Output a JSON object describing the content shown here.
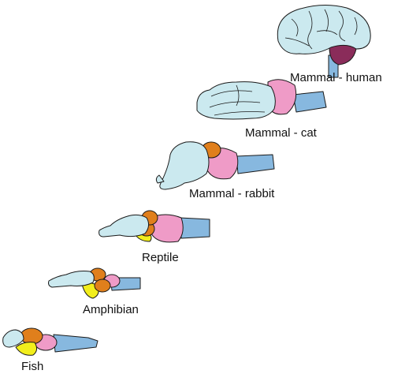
{
  "colors": {
    "cerebrum": "#cbe9ef",
    "midbrain": "#e07f1c",
    "cerebellum": "#ef9bc7",
    "brainstem": "#87b8df",
    "olfactory": "#f2ee1c",
    "cerebellum_human": "#8a2c5a",
    "outline": "#1a1a1a"
  },
  "brains": [
    {
      "key": "human",
      "label": "Mammal - human"
    },
    {
      "key": "cat",
      "label": "Mammal - cat"
    },
    {
      "key": "rabbit",
      "label": "Mammal - rabbit"
    },
    {
      "key": "reptile",
      "label": "Reptile"
    },
    {
      "key": "amphibian",
      "label": "Amphibian"
    },
    {
      "key": "fish",
      "label": "Fish"
    }
  ]
}
